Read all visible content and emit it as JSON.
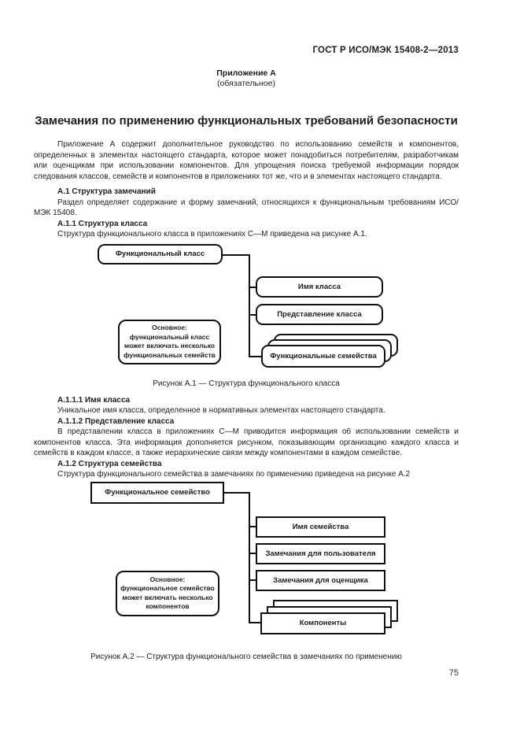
{
  "header": {
    "doc_number": "ГОСТ Р ИСО/МЭК 15408-2—2013",
    "appendix_label": "Приложение А",
    "appendix_type": "(обязательное)"
  },
  "title": "Замечания по применению функциональных требований безопасности",
  "paragraphs": {
    "intro": "Приложение А содержит дополнительное руководство по использованию семейств и компонентов, определенных в элементах настоящего стандарта, которое может понадобиться потребителям, разработчикам или оценщикам при использовании компонентов. Для упрощения поиска требуемой информации порядок следования классов, семейств и компонентов в приложениях тот же, что и в элементах настоящего стандарта."
  },
  "sections": {
    "a1": {
      "heading": "А.1 Структура замечаний",
      "body": "Раздел определяет содержание и форму замечаний, относящихся к функциональным требованиям ИСО/МЭК 15408."
    },
    "a11": {
      "heading": "А.1.1 Структура класса",
      "body": "Структура функционального класса в приложениях С—М приведена на рисунке А.1."
    },
    "a111": {
      "heading": "А.1.1.1 Имя класса",
      "body": "Уникальное имя класса, определенное в нормативных элементах настоящего стандарта."
    },
    "a112": {
      "heading": "А.1.1.2 Представление класса",
      "body": "В представлении класса в приложениях С—М приводится информация об использовании семейств и компонентов класса. Эта информация дополняется рисунком, показывающим организацию каждого класса и семейств в каждом классе, а также иерархические связи между компонентами в каждом семействе."
    },
    "a12": {
      "heading": "А.1.2 Структура семейства",
      "body": "Структура функционального семейства в замечаниях по применению приведена на рисунке А.2"
    }
  },
  "figure_a1": {
    "root_box": "Функциональный класс",
    "items": [
      "Имя класса",
      "Представление класса"
    ],
    "stacked_box": "Функциональные семейства",
    "note": "Основное:\nфункциональный класс\nможет включать несколько\nфункциональных семейств",
    "caption": "Рисунок А.1 — Структура функционального класса"
  },
  "figure_a2": {
    "root_box": "Функциональное семейство",
    "items": [
      "Имя семейства",
      "Замечания для пользователя",
      "Замечания для оценщика"
    ],
    "stacked_box": "Компоненты",
    "note": "Основное:\nфункциональное семейство\nможет включать несколько\nкомпонентов",
    "caption": "Рисунок А.2 — Структура функционального семейства в замечаниях по применению"
  },
  "page_number": "75",
  "colors": {
    "ink": "#101010",
    "paper": "#ffffff"
  }
}
